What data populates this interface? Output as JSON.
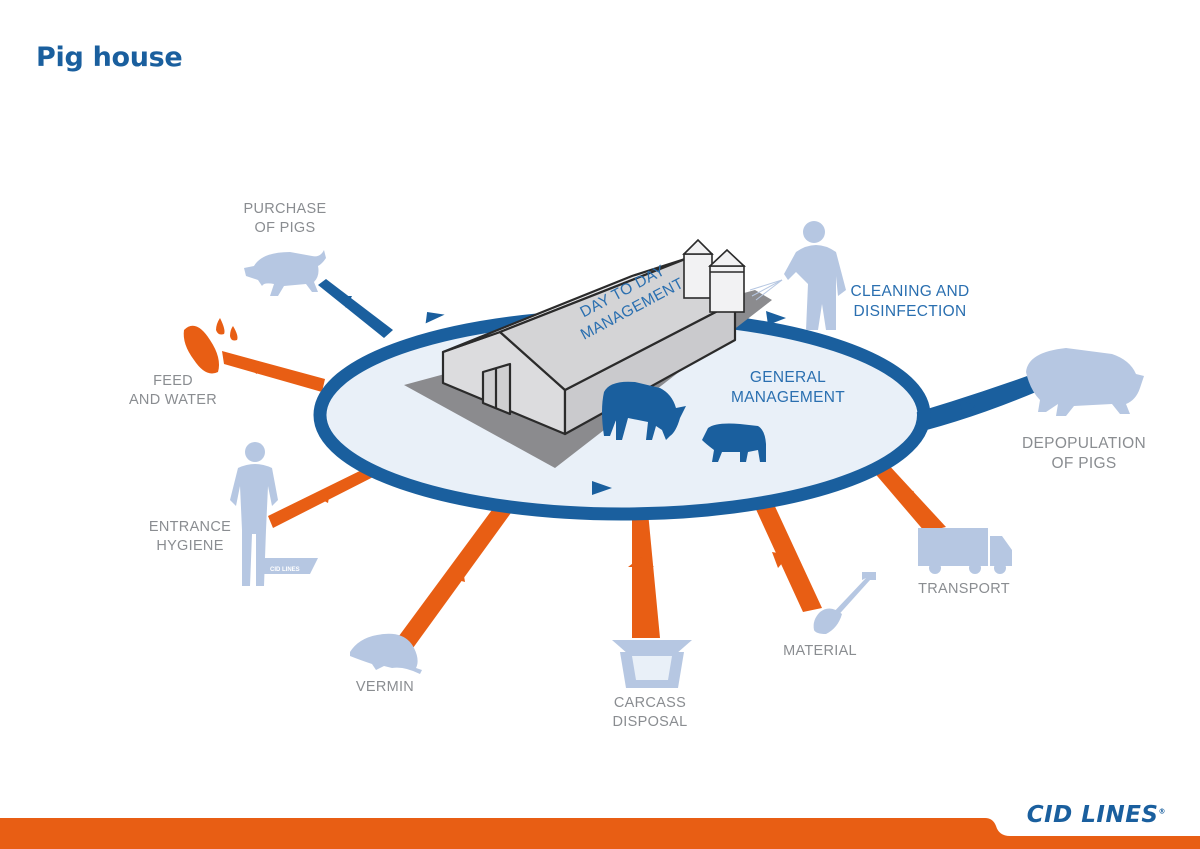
{
  "title": "Pig house",
  "center": {
    "building_label": "DAY TO DAY\nMANAGEMENT",
    "area_label": "GENERAL\nMANAGEMENT"
  },
  "items": {
    "purchase": "PURCHASE\nOF PIGS",
    "feed": "FEED\nAND WATER",
    "entrance": "ENTRANCE\nHYGIENE",
    "vermin": "VERMIN",
    "carcass": "CARCASS\nDISPOSAL",
    "material": "MATERIAL",
    "transport": "TRANSPORT",
    "cleaning": "CLEANING AND\nDISINFECTION",
    "depopulation": "DEPOPULATION\nOF PIGS"
  },
  "boot_bath_text": "CID LINES",
  "logo": "CID LINES",
  "colors": {
    "blue": "#1a5f9e",
    "orange": "#e85e14",
    "light_blue": "#b6c7e2",
    "grey_text": "#8a8d91"
  }
}
